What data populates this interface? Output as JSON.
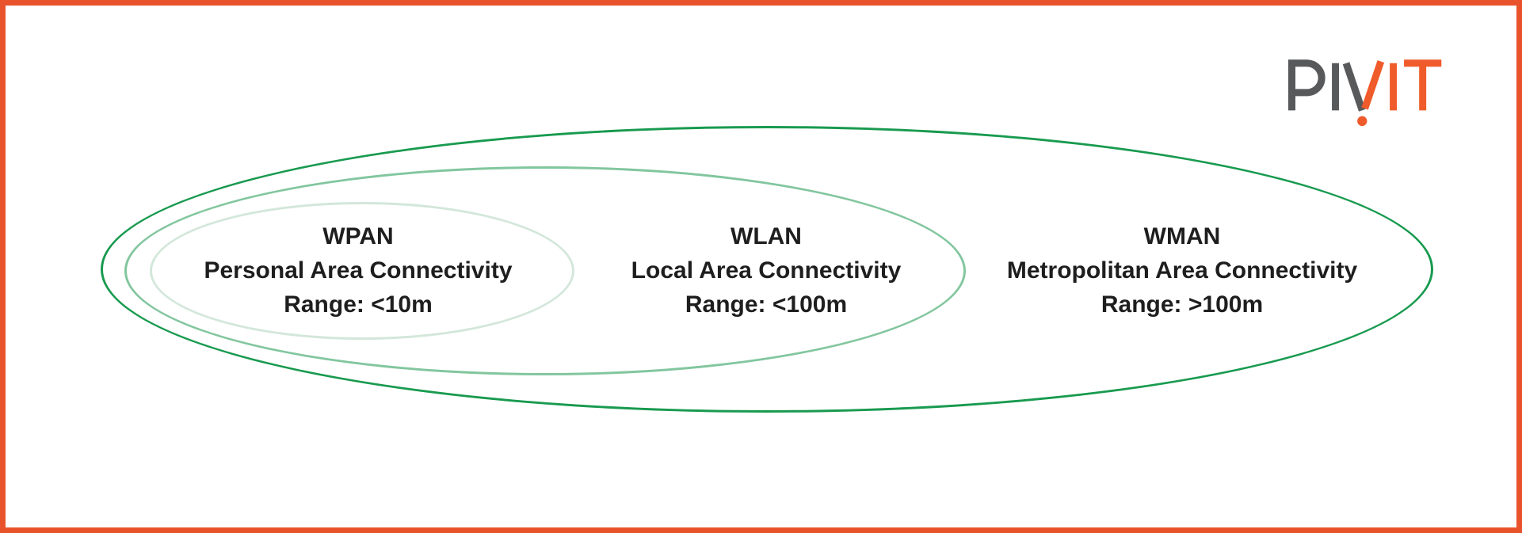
{
  "colors": {
    "page_border": "#E8532C",
    "background": "#FFFFFF",
    "text": "#1E1E1E",
    "logo_gray": "#58595B",
    "logo_orange": "#F05B2B",
    "ring_wpan": "#D3E7DA",
    "ring_wlan": "#82C69E",
    "ring_wman": "#189A4F"
  },
  "logo": {
    "name": "PIVIT",
    "letters_gray": "PIV",
    "letters_orange": "IT"
  },
  "diagram": {
    "rings": [
      {
        "id": "wpan",
        "label": "WPAN",
        "description": "Personal Area Connectivity",
        "range": "Range: <10m"
      },
      {
        "id": "wlan",
        "label": "WLAN",
        "description": "Local Area Connectivity",
        "range": "Range: <100m"
      },
      {
        "id": "wman",
        "label": "WMAN",
        "description": "Metropolitan Area Connectivity",
        "range": "Range: >100m"
      }
    ]
  }
}
